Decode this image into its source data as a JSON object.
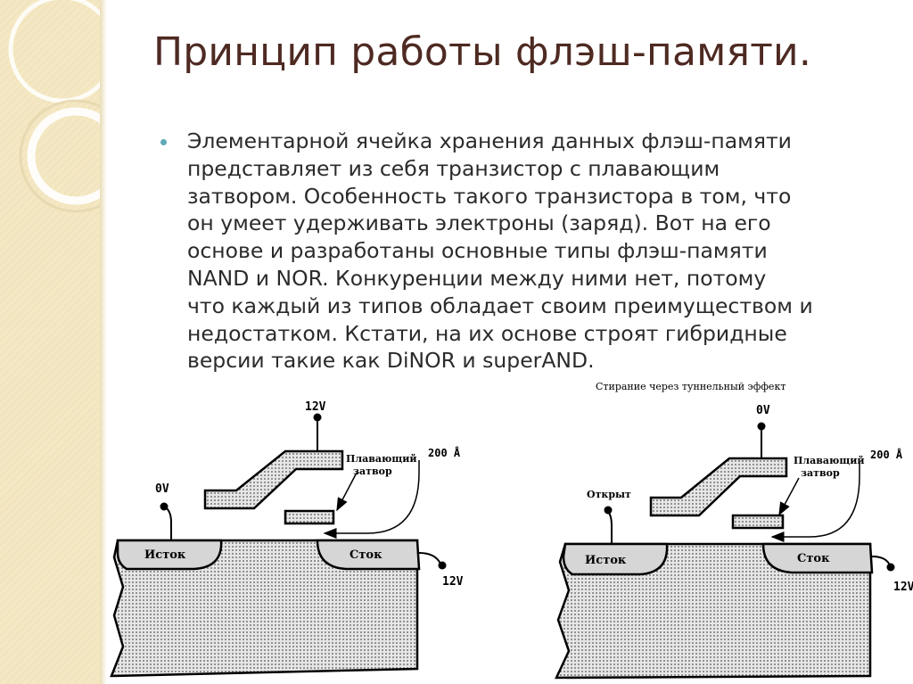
{
  "slide": {
    "title": "Принцип работы флэш-памяти.",
    "bullet_lines": [
      "Элементарной ячейка хранения данных флэш-памяти",
      "представляет из себя транзистор с плавающим",
      "затвором. Особенность такого транзистора в том, что",
      "он умеет удерживать электроны (заряд). Вот на его",
      "основе и разработаны основные типы флэш-памяти",
      "NAND и NOR. Конкуренции между ними нет, потому",
      "что каждый из типов обладает своим преимуществом и",
      "недостатком. Кстати, на их основе строят гибридные",
      "версии такие как DiNOR и superAND."
    ]
  },
  "diagrams": {
    "left": {
      "caption": "",
      "gate_voltage": "12V",
      "source_voltage": "0V",
      "drain_voltage": "12V",
      "floating_gate_label_1": "Плавающий",
      "floating_gate_label_2": "затвор",
      "oxide_thickness": "200 Å",
      "source_label": "Исток",
      "drain_label": "Сток"
    },
    "right": {
      "caption": "Стирание через туннельный эффект",
      "gate_voltage": "0V",
      "source_voltage": "Открыт",
      "drain_voltage": "12V",
      "floating_gate_label_1": "Плавающий",
      "floating_gate_label_2": "затвор",
      "oxide_thickness": "200 Å",
      "source_label": "Исток",
      "drain_label": "Сток"
    }
  },
  "colors": {
    "title": "#4e2a22",
    "bullet": "#5fa8b8",
    "band": "#f4e8c4",
    "substrate": "#e0e0e0",
    "region": "#d9d9d9"
  }
}
